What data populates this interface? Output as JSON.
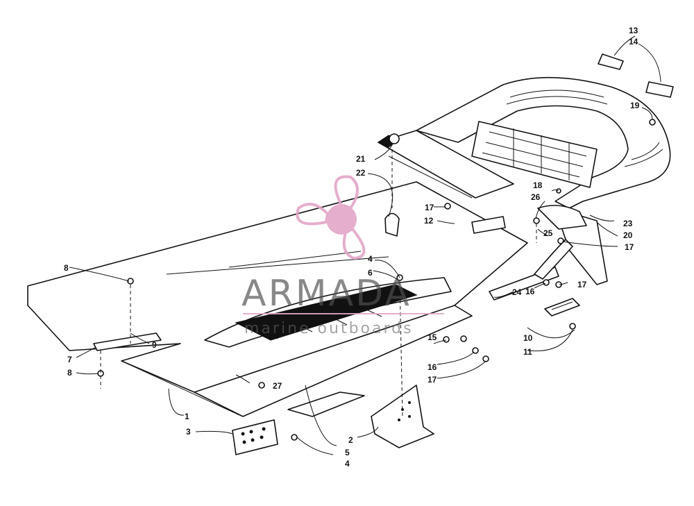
{
  "watermark": {
    "title": "ARMADA",
    "subtitle": "marine outboards",
    "logo_icon": "propeller-logo-icon",
    "logo_color": "#e3a6c8",
    "title_color": "#555555"
  },
  "callouts": {
    "c1": "1",
    "c2": "2",
    "c3": "3",
    "c4a": "4",
    "c4b": "4",
    "c5": "5",
    "c6": "6",
    "c7": "7",
    "c8a": "8",
    "c8b": "8",
    "c9": "9",
    "c10": "10",
    "c11": "11",
    "c12": "12",
    "c13": "13",
    "c14": "14",
    "c15": "15",
    "c16a": "16",
    "c16b": "16",
    "c17a": "17",
    "c17b": "17",
    "c17c": "17",
    "c17d": "17",
    "c18": "18",
    "c19": "19",
    "c20": "20",
    "c21": "21",
    "c22": "22",
    "c23": "23",
    "c24": "24",
    "c25": "25",
    "c26": "26",
    "c27": "27"
  }
}
